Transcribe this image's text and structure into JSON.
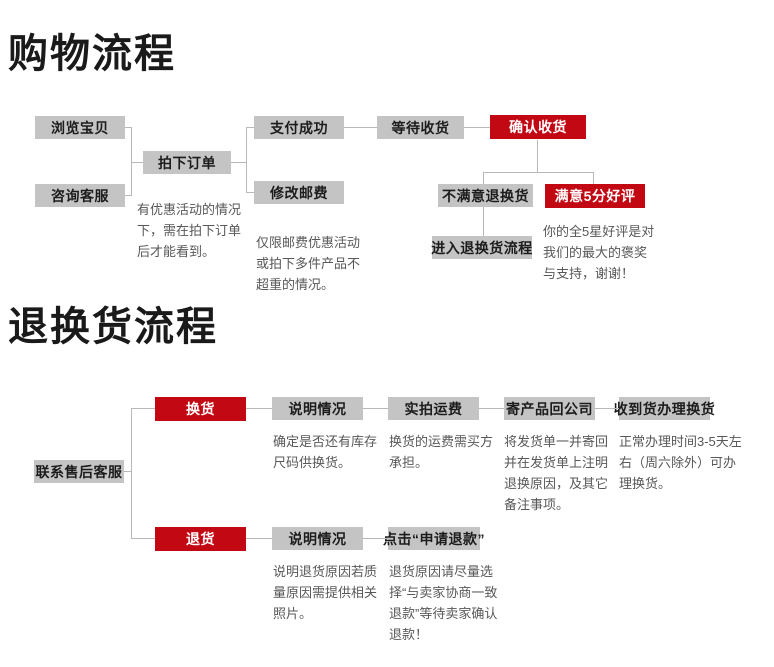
{
  "colors": {
    "accent_red": "#c20813",
    "node_gray": "#c4c4c4",
    "note_text": "#595757",
    "connector_gray": "#b8b8b8"
  },
  "shopping": {
    "title": "购物流程",
    "nodes": {
      "browse": "浏览宝贝",
      "consult": "咨询客服",
      "order": "拍下订单",
      "pay": "支付成功",
      "postage": "修改邮费",
      "wait": "等待收货",
      "confirm": "确认收货",
      "unsatisfied": "不满意退换货",
      "satisfied": "满意5分好评",
      "enter_return": "进入退换货流程"
    },
    "notes": {
      "order": "有优惠活动的情况下，需在拍下订单后才能看到。",
      "postage": "仅限邮费优惠活动或拍下多件产品不超重的情况。",
      "review": "你的全5星好评是对我们的最大的褒奖与支持，谢谢！"
    }
  },
  "returns": {
    "title": "退换货流程",
    "nodes": {
      "contact": "联系售后客服",
      "exchange": "换货",
      "explain_exchange": "说明情况",
      "freight": "实拍运费",
      "send_back": "寄产品回公司",
      "handle": "收到货办理换货",
      "refund": "退货",
      "explain_refund": "说明情况",
      "apply": "点击“申请退款”"
    },
    "notes": {
      "stock": "确定是否还有库存尺码供换货。",
      "freight": "换货的运费需买方承担。",
      "invoice": "将发货单一并寄回并在发货单上注明退换原因，及其它备注事项。",
      "time": "正常办理时间3-5天左右（周六除外）可办理换货。",
      "reason": "说明退货原因若质量原因需提供相关照片。",
      "refund": "退货原因请尽量选择“与卖家协商一致退款”等待卖家确认退款！"
    }
  }
}
